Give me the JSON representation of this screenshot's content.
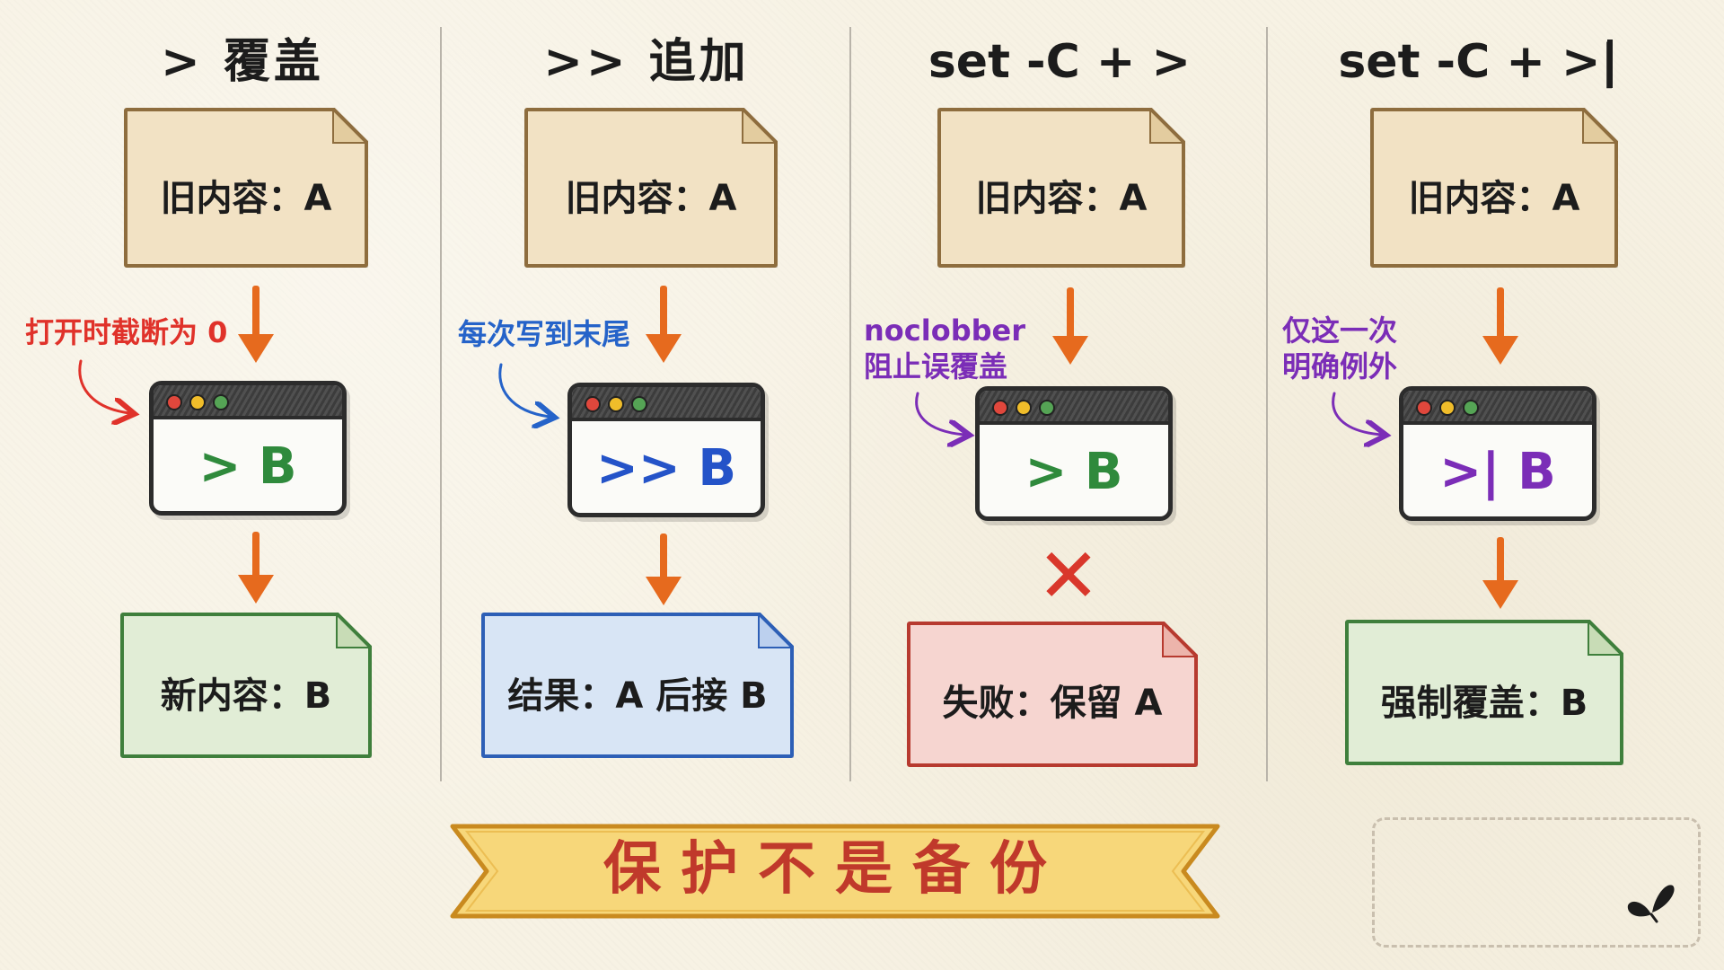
{
  "columns": [
    {
      "title": "> 覆盖",
      "old_content": "旧内容：A",
      "note": [
        "打开时截断为 0"
      ],
      "command": "> B",
      "result": "新内容：B"
    },
    {
      "title": ">> 追加",
      "old_content": "旧内容：A",
      "note": [
        "每次写到末尾"
      ],
      "command": ">> B",
      "result": "结果：A 后接 B"
    },
    {
      "title": "set -C + >",
      "old_content": "旧内容：A",
      "note": [
        "noclobber",
        "阻止误覆盖"
      ],
      "command": "> B",
      "result": "失败：保留 A",
      "fail_mark": "✕"
    },
    {
      "title": "set -C + >|",
      "old_content": "旧内容：A",
      "note": [
        "仅这一次",
        "明确例外"
      ],
      "command": ">| B",
      "result": "强制覆盖：B"
    }
  ],
  "banner": "保护不是备份",
  "icons": {
    "window_controls": [
      "close-dot-icon",
      "minimize-dot-icon",
      "maximize-dot-icon"
    ],
    "arrow": "down-arrow-icon",
    "fail": "cross-icon",
    "watermark": "butterfly-icon"
  },
  "colors": {
    "background": "#f7f2e4",
    "arrow": "#e66a1e",
    "note_red": "#e0322a",
    "note_blue": "#2563c9",
    "note_purple": "#7b2db7",
    "command_green": "#2f8a3c",
    "command_blue": "#2453c8",
    "command_purple": "#7b2db7",
    "banner_text": "#c0392b",
    "banner_fill": "#f7d77a"
  }
}
